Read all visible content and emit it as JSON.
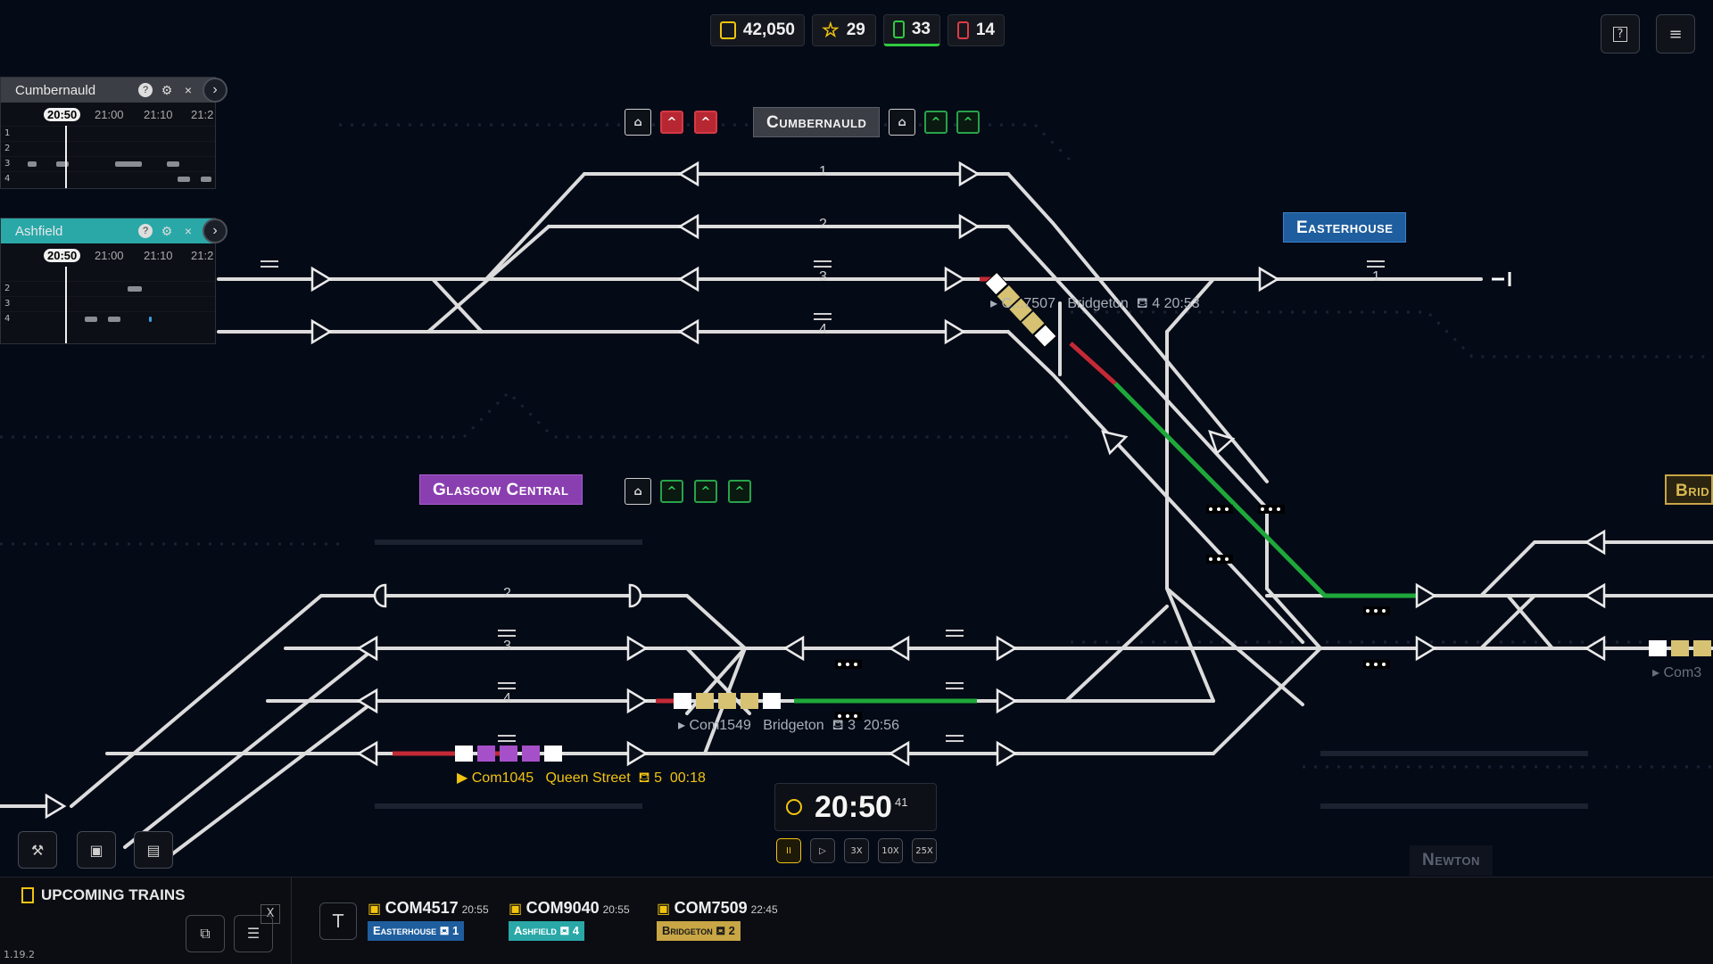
{
  "stats": {
    "money": "42,050",
    "rating": "29",
    "trains_green": "33",
    "trains_red": "14"
  },
  "colors": {
    "money": "#f1c40f",
    "rating": "#f1c40f",
    "green": "#2ecc40",
    "red": "#e03a45",
    "cumbernauld": "#3b3e44",
    "easterhouse": "#1f5e9e",
    "glasgow": "#8a3fb0",
    "ashfield": "#2aa8a8",
    "bridgeton": "#c8a645"
  },
  "top_buttons": {
    "help": "?",
    "menu": "≡"
  },
  "timetables": [
    {
      "name": "Cumbernauld",
      "now": "20:50",
      "t1": "21:00",
      "t2": "21:10",
      "t3": "21:2",
      "rows": [
        "1",
        "2",
        "3",
        "4"
      ]
    },
    {
      "name": "Ashfield",
      "now": "20:50",
      "t1": "21:00",
      "t2": "21:10",
      "t3": "21:2",
      "rows": [
        "2",
        "3",
        "4"
      ]
    }
  ],
  "stations": {
    "cumbernauld": "Cumbernauld",
    "easterhouse": "Easterhouse",
    "glasgow": "Glasgow Central",
    "bridgeton": "Brid",
    "newton": "Newton"
  },
  "platforms": {
    "c1": "1",
    "c2": "2",
    "c3": "3",
    "c4": "4",
    "e1": "1",
    "g2": "2",
    "g3": "3",
    "g4": "4"
  },
  "trains": [
    {
      "id": "Com7507",
      "dest": "Bridgeton",
      "platform": "4",
      "time": "20:53",
      "shown_id": "C...7507"
    },
    {
      "id": "Com1549",
      "dest": "Bridgeton",
      "platform": "3",
      "time": "20:56"
    },
    {
      "id": "Com1045",
      "dest": "Queen Street",
      "platform": "5",
      "time": "00:18"
    },
    {
      "id": "Com3"
    }
  ],
  "clock": {
    "time": "20:50",
    "seconds": "41"
  },
  "speeds": [
    "II",
    "▷",
    "3X",
    "10X",
    "25X"
  ],
  "upcoming": {
    "title": "Upcoming Trains",
    "close": "X",
    "filter": "T",
    "items": [
      {
        "id": "COM4517",
        "time": "20:55",
        "dest": "Easterhouse",
        "platform": "1"
      },
      {
        "id": "COM9040",
        "time": "20:55",
        "dest": "Ashfield",
        "platform": "4"
      },
      {
        "id": "COM7509",
        "time": "22:45",
        "dest": "Bridgeton",
        "platform": "2"
      }
    ]
  },
  "version": "1.19.2"
}
